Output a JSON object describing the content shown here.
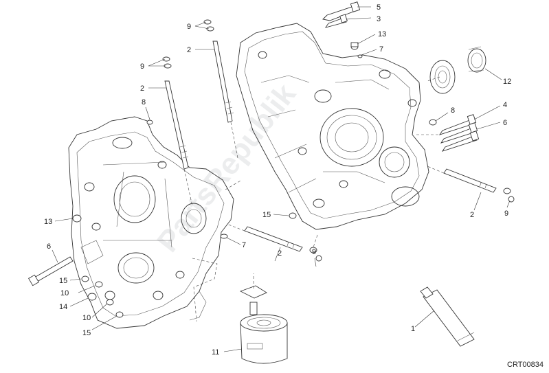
{
  "diagram": {
    "reference_code": "CRT00834",
    "watermark": "PartsRepublik",
    "callouts": [
      {
        "id": "c5",
        "label": "5"
      },
      {
        "id": "c3",
        "label": "3"
      },
      {
        "id": "c13a",
        "label": "13"
      },
      {
        "id": "c7a",
        "label": "7"
      },
      {
        "id": "c12",
        "label": "12"
      },
      {
        "id": "c9a",
        "label": "9"
      },
      {
        "id": "c2a",
        "label": "2"
      },
      {
        "id": "c9b",
        "label": "9"
      },
      {
        "id": "c2b",
        "label": "2"
      },
      {
        "id": "c8a",
        "label": "8"
      },
      {
        "id": "c8b",
        "label": "8"
      },
      {
        "id": "c4",
        "label": "4"
      },
      {
        "id": "c6a",
        "label": "6"
      },
      {
        "id": "c2c",
        "label": "2"
      },
      {
        "id": "c9c",
        "label": "9"
      },
      {
        "id": "c13b",
        "label": "13"
      },
      {
        "id": "c15a",
        "label": "15"
      },
      {
        "id": "c7b",
        "label": "7"
      },
      {
        "id": "c2d",
        "label": "2"
      },
      {
        "id": "c9d",
        "label": "9"
      },
      {
        "id": "c6b",
        "label": "6"
      },
      {
        "id": "c15b",
        "label": "15"
      },
      {
        "id": "c10a",
        "label": "10"
      },
      {
        "id": "c14",
        "label": "14"
      },
      {
        "id": "c10b",
        "label": "10"
      },
      {
        "id": "c15c",
        "label": "15"
      },
      {
        "id": "c11",
        "label": "11"
      },
      {
        "id": "c1",
        "label": "1"
      }
    ]
  }
}
